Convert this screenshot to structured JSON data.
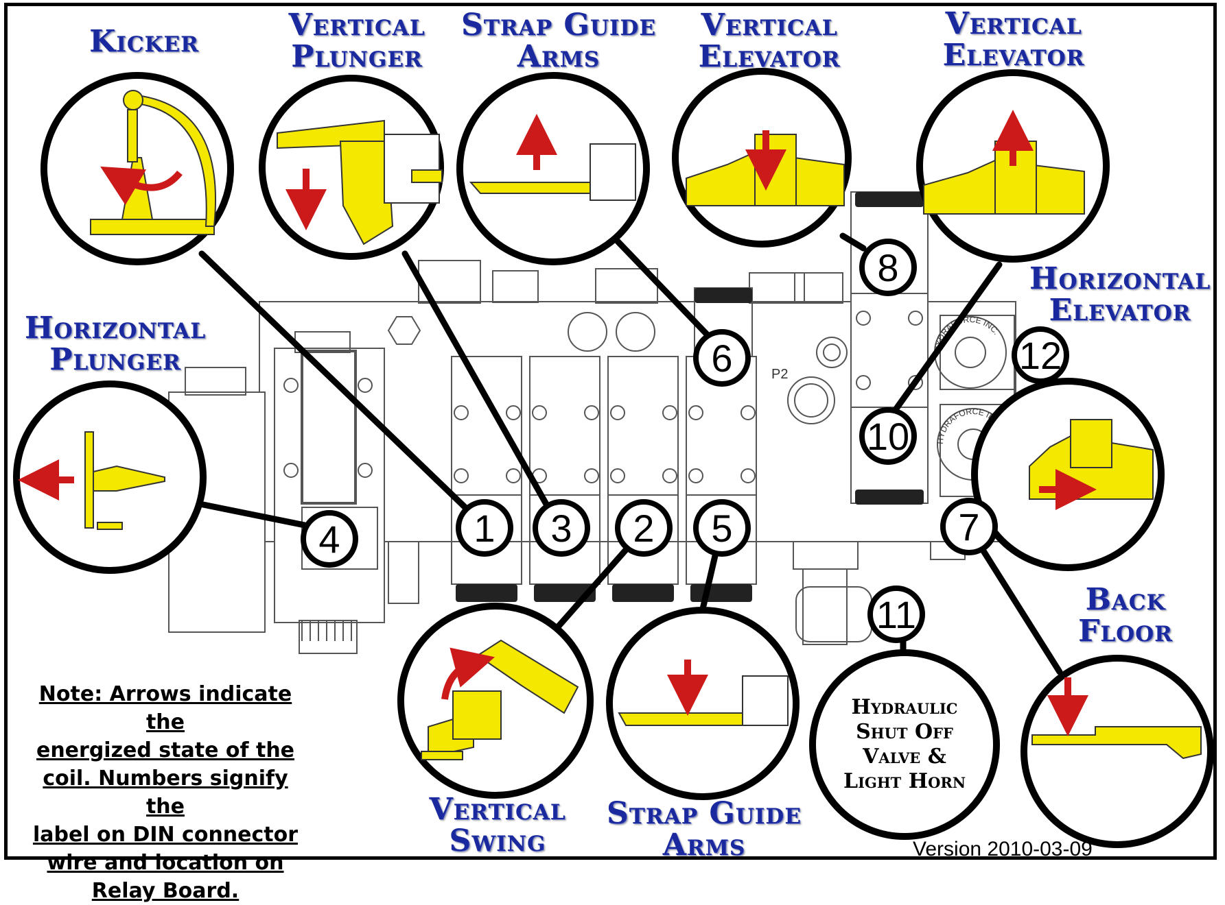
{
  "labels": {
    "kicker": [
      "Kicker"
    ],
    "vertical_plunger": [
      "Vertical",
      "Plunger"
    ],
    "strap_guide_arms_top": [
      "Strap Guide",
      "Arms"
    ],
    "vertical_elevator_down": [
      "Vertical",
      "Elevator"
    ],
    "vertical_elevator_up": [
      "Vertical",
      "Elevator"
    ],
    "horizontal_elevator": [
      "Horizontal",
      "Elevator"
    ],
    "horizontal_plunger": [
      "Horizontal",
      "Plunger"
    ],
    "back_floor": [
      "Back",
      "Floor"
    ],
    "vertical_swing": [
      "Vertical",
      "Swing"
    ],
    "strap_guide_arms_bottom": [
      "Strap Guide",
      "Arms"
    ]
  },
  "numbers": {
    "n1": "1",
    "n2": "2",
    "n3": "3",
    "n4": "4",
    "n5": "5",
    "n6": "6",
    "n7": "7",
    "n8": "8",
    "n10": "10",
    "n11": "11",
    "n12": "12"
  },
  "manifold_text": {
    "p2": "P2",
    "hydraforce_1": "HYDRAFORCE INC.",
    "hydraforce_2": "HYDRAFORCE INC."
  },
  "shutoff_lines": [
    "Hydraulic",
    "Shut Off",
    "Valve &",
    "Light Horn"
  ],
  "note_lines": [
    "Note: Arrows indicate the",
    "energized state of the",
    "coil. Numbers signify the",
    "label on DIN connector",
    "wire and location on",
    "Relay Board."
  ],
  "version": "Version 2010-03-09",
  "colors": {
    "label_blue": "#1a2a9e",
    "part_yellow": "#f5e800",
    "arrow_red": "#cc1a1a"
  }
}
